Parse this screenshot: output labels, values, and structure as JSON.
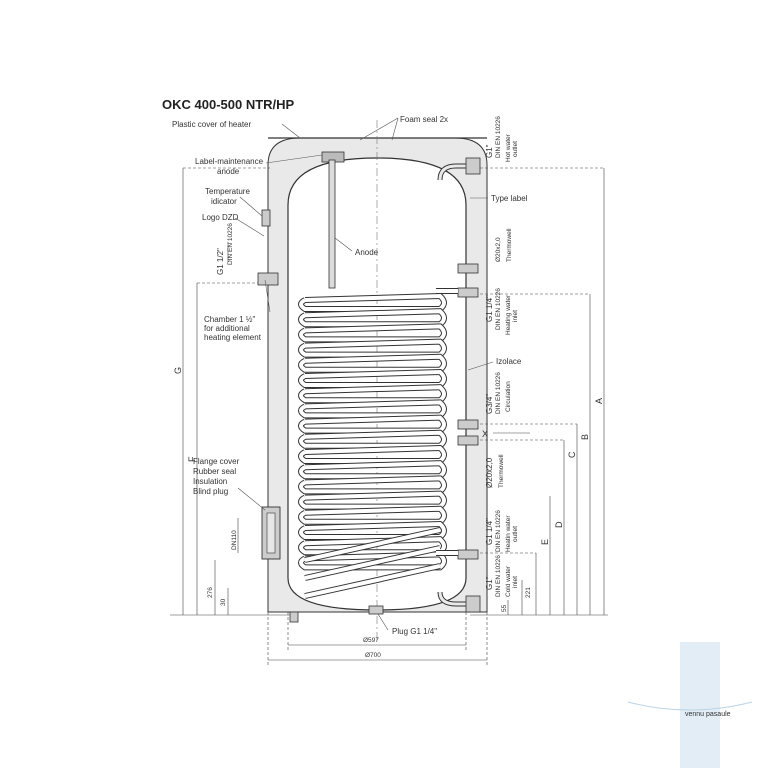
{
  "title": "OKC 400-500 NTR/HP",
  "labels": {
    "plastic_cover": "Plastic cover of heater",
    "foam_seal": "Foam seal 2x",
    "anode_maint_1": "Label-maintenance",
    "anode_maint_2": "anode",
    "temp_ind_1": "Temperature",
    "temp_ind_2": "idicator",
    "logo_dzd": "Logo DZD",
    "anode": "Anode",
    "type_label": "Type label",
    "chamber_1": "Chamber 1 ½\"",
    "chamber_2": "for additional",
    "chamber_3": "heating element",
    "izolace": "Izolace",
    "flange_1": "Flange cover",
    "flange_2": "Rubber seal",
    "flange_3": "Insulation",
    "flange_4": "Blind plug",
    "plug": "Plug G1 1/4\""
  },
  "connections": {
    "hot_water_size": "G1\"",
    "hot_water_std": "DIN EN 10226",
    "hot_water_name_1": "Hot water",
    "hot_water_name_2": "outlet",
    "thermowell_top_size": "Ø20x2,0",
    "thermowell_top_name": "Thermowell",
    "heating_inlet_size": "G1 1/4\"",
    "heating_inlet_std": "DIN EN 10226",
    "heating_inlet_name_1": "Heating water",
    "heating_inlet_name_2": "inlet",
    "circulation_size": "G3/4\"",
    "circulation_std": "DIN EN 10226",
    "circulation_name": "Circulation",
    "thermowell_mid_size": "Ø20x2,0",
    "thermowell_mid_name": "Thermowell",
    "heating_outlet_size": "G1 1/4\"",
    "heating_outlet_std": "DIN EN 10226",
    "heating_outlet_name_1": "Heatin water",
    "heating_outlet_name_2": "outlet",
    "cold_water_size": "G1\"",
    "cold_water_std": "DIN EN 10226",
    "cold_water_name_1": "Cold water",
    "cold_water_name_2": "inlet",
    "left_g": "G1 1/2\"",
    "left_g_std": "DIN EN 10226",
    "flange_dn": "DN110"
  },
  "dimensions": {
    "A": "A",
    "B": "B",
    "C": "C",
    "D": "D",
    "E": "E",
    "F": "F",
    "G": "G",
    "X": "X",
    "d221": "221",
    "d276": "276",
    "d30": "30",
    "d55": "55",
    "d597": "Ø597",
    "d700": "Ø700"
  },
  "watermark": "vennu pasaule",
  "colors": {
    "line": "#333333",
    "insulation": "#e9e9e9",
    "watermark": "#b9d4e6"
  }
}
